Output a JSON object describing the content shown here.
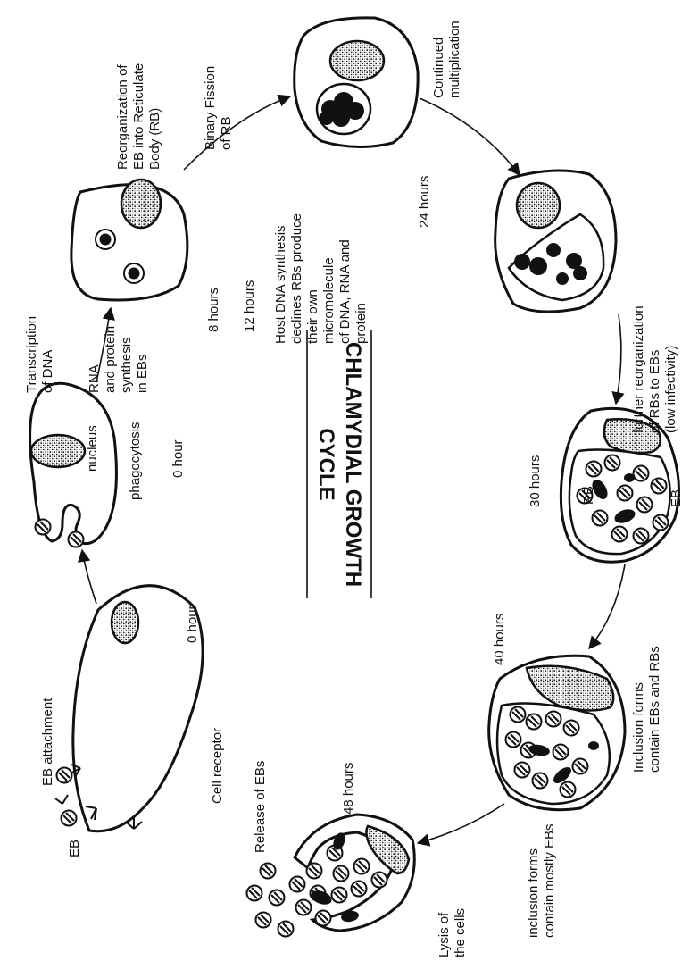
{
  "title_line1": "CHLAMYDIAL GROWTH",
  "title_line2": "CYCLE",
  "stages": {
    "attach": {
      "lines": [
        "EB attachment"
      ],
      "eb": [
        "EB"
      ],
      "receptor": [
        "Cell receptor"
      ],
      "time": "0 hour"
    },
    "phago": {
      "lines": [
        "phagocytosis"
      ],
      "nucleus": [
        "nucleus"
      ],
      "time": "0 hour"
    },
    "transcription": {
      "lines": [
        "Transcription",
        "of DNA"
      ],
      "rna": [
        "RNA",
        "and protein",
        "synthesis",
        "in EBs"
      ]
    },
    "reorg": {
      "lines": [
        "Reorganization of",
        "EB into Reticulate",
        "Body (RB)"
      ],
      "time": "8 hours"
    },
    "fission": {
      "lines": [
        "Binary Fission",
        "of RB"
      ],
      "time": "12 hours",
      "host": [
        "Host DNA synthesis",
        "declines RBs produce",
        "their own",
        "micromolecule",
        "of DNA, RNA and",
        "protein"
      ]
    },
    "multiplication": {
      "lines": [
        "Continued",
        "multiplication"
      ],
      "time": "24 hours"
    },
    "further": {
      "lines": [
        "further reorganization",
        "of RBs to EBs",
        "(low infectivity)"
      ],
      "time": "30 hours",
      "rb_label": "RB",
      "eb_label": "EB"
    },
    "inclusion1": {
      "lines": [
        "Inclusion forms",
        "contain EBs and RBs"
      ],
      "time": "40 hours"
    },
    "inclusion2": {
      "lines": [
        "inclusion forms",
        "contain mostly EBs"
      ],
      "time": "48 hours"
    },
    "release": {
      "lines": [
        "Release of EBs"
      ]
    },
    "lysis": {
      "lines": [
        "Lysis of",
        "the cells"
      ]
    }
  }
}
